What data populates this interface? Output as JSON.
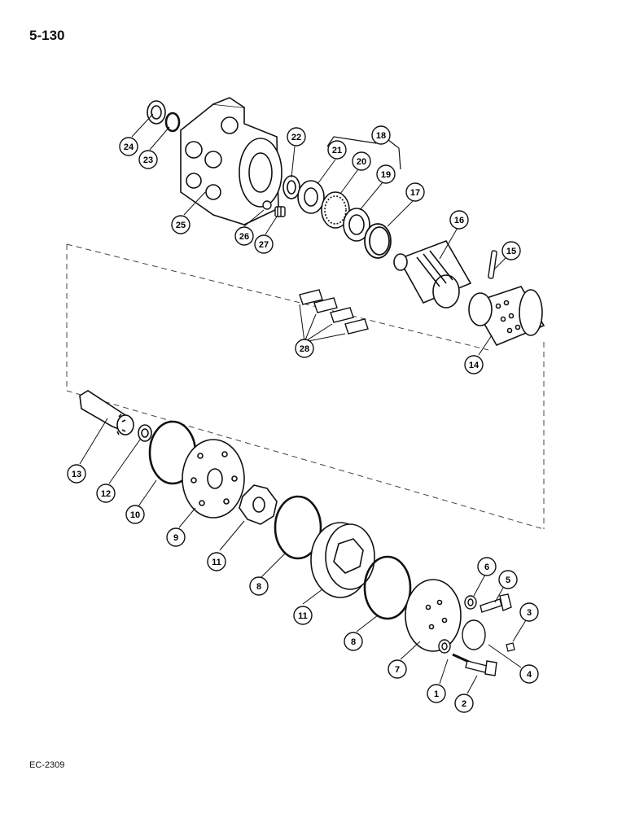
{
  "page_number": "5-130",
  "figure_code": "EC-2309",
  "callouts": [
    {
      "label": "1"
    },
    {
      "label": "2"
    },
    {
      "label": "3"
    },
    {
      "label": "4"
    },
    {
      "label": "5"
    },
    {
      "label": "6"
    },
    {
      "label": "7"
    },
    {
      "label": "8"
    },
    {
      "label": "8"
    },
    {
      "label": "9"
    },
    {
      "label": "10"
    },
    {
      "label": "11"
    },
    {
      "label": "11"
    },
    {
      "label": "12"
    },
    {
      "label": "13"
    },
    {
      "label": "14"
    },
    {
      "label": "15"
    },
    {
      "label": "16"
    },
    {
      "label": "17"
    },
    {
      "label": "18"
    },
    {
      "label": "19"
    },
    {
      "label": "20"
    },
    {
      "label": "21"
    },
    {
      "label": "22"
    },
    {
      "label": "23"
    },
    {
      "label": "24"
    },
    {
      "label": "25"
    },
    {
      "label": "26"
    },
    {
      "label": "27"
    },
    {
      "label": "28"
    }
  ]
}
